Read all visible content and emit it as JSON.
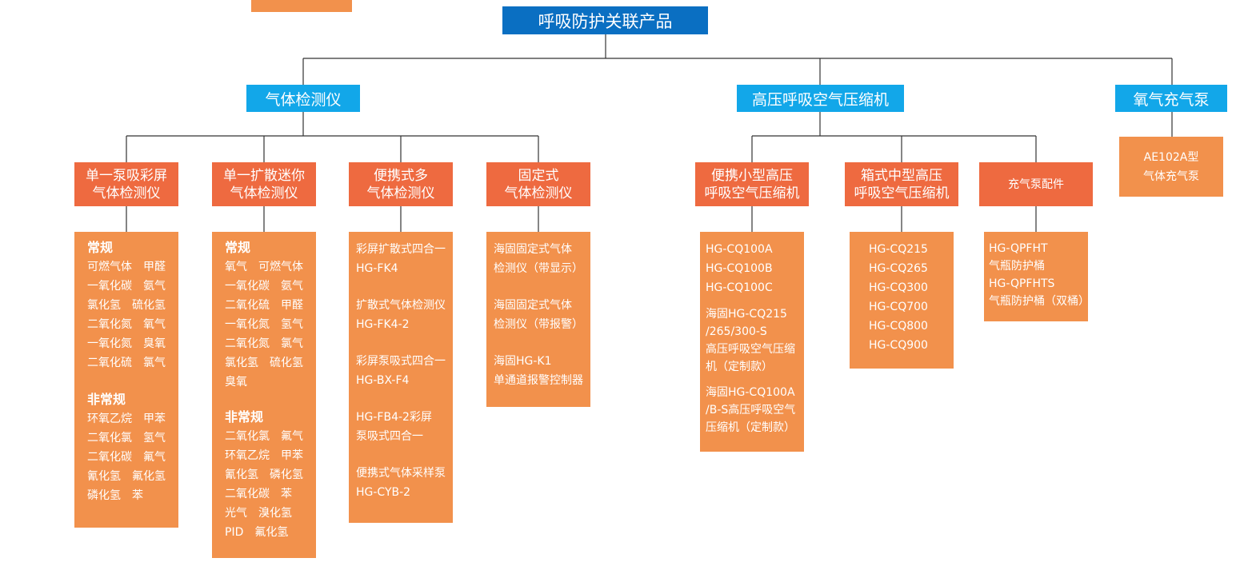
{
  "colors": {
    "root": "#0a6fc2",
    "category": "#12a7e9",
    "subcategory": "#ee6a40",
    "detail": "#f2914c",
    "line": "#333333"
  },
  "root": {
    "title": "呼吸防护关联产品"
  },
  "categories": {
    "gas_detector": "气体检测仪",
    "compressor": "高压呼吸空气压缩机",
    "oxygen_pump": "氧气充气泵"
  },
  "subs": {
    "pump_color": [
      "单一泵吸彩屏",
      "气体检测仪"
    ],
    "diffusion_mini": [
      "单一扩散迷你",
      "气体检测仪"
    ],
    "portable_multi": [
      "便携式多",
      "气体检测仪"
    ],
    "fixed": [
      "固定式",
      "气体检测仪"
    ],
    "portable_small": [
      "便携小型高压",
      "呼吸空气压缩机"
    ],
    "box_medium": [
      "箱式中型高压",
      "呼吸空气压缩机"
    ],
    "pump_parts": [
      "充气泵配件"
    ],
    "ae102a": [
      "AE102A型",
      "气体充气泵"
    ]
  },
  "details": {
    "pump_color": {
      "regular_title": "常规",
      "regular": [
        "可燃气体　甲醛",
        "一氧化碳　氨气",
        "氯化氢　硫化氢",
        "二氧化氮　氧气",
        "一氧化氮　臭氧",
        "二氧化硫　氯气"
      ],
      "irregular_title": "非常规",
      "irregular": [
        "环氧乙烷　甲苯",
        "二氧化氯　氢气",
        "二氧化碳　氟气",
        "氰化氢　氟化氢",
        "磷化氢　苯"
      ]
    },
    "diffusion_mini": {
      "regular_title": "常规",
      "regular": [
        "氧气　可燃气体",
        "一氧化碳　氨气",
        "二氧化硫　甲醛",
        "一氧化氮　氢气",
        "二氧化氮　氯气",
        "氯化氢　硫化氢",
        "臭氧"
      ],
      "irregular_title": "非常规",
      "irregular": [
        "二氧化氯　氟气",
        "环氧乙烷　甲苯",
        "氰化氢　磷化氢",
        "二氧化碳　苯",
        "光气　溴化氢",
        "PID　氟化氢"
      ]
    },
    "portable_multi": {
      "groups": [
        [
          "彩屏扩散式四合一",
          "HG-FK4"
        ],
        [
          "扩散式气体检测仪",
          "HG-FK4-2"
        ],
        [
          "彩屏泵吸式四合一",
          "HG-BX-F4"
        ],
        [
          "HG-FB4-2彩屏",
          "泵吸式四合一"
        ],
        [
          "便携式气体采样泵",
          "HG-CYB-2"
        ]
      ]
    },
    "fixed": {
      "groups": [
        [
          "海固固定式气体",
          "检测仪（带显示）"
        ],
        [
          "海固固定式气体",
          "检测仪（带报警）"
        ],
        [
          "海固HG-K1",
          "单通道报警控制器"
        ]
      ]
    },
    "portable_small": {
      "groups": [
        [
          "HG-CQ100A",
          "HG-CQ100B",
          "HG-CQ100C"
        ],
        [
          "海固HG-CQ215",
          "/265/300-S",
          "高压呼吸空气压缩",
          "机（定制款）"
        ],
        [
          "海固HG-CQ100A",
          "/B-S高压呼吸空气",
          "压缩机（定制款）"
        ]
      ]
    },
    "box_medium": {
      "lines": [
        "HG-CQ215",
        "HG-CQ265",
        "HG-CQ300",
        "HG-CQ700",
        "HG-CQ800",
        "HG-CQ900"
      ]
    },
    "pump_parts": {
      "lines": [
        "HG-QPFHT",
        "气瓶防护桶",
        "HG-QPFHTS",
        "气瓶防护桶（双桶）"
      ]
    }
  }
}
